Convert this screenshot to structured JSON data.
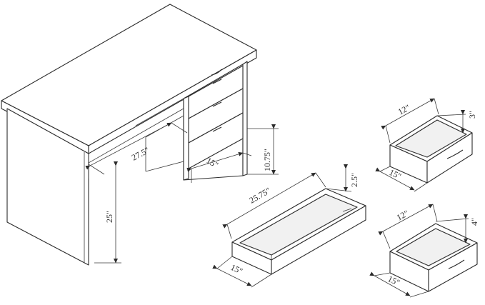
{
  "dimensions": {
    "desk_width": "27.5\"",
    "desk_depth": "15\"",
    "desk_height": "25\"",
    "drawer_stack_height": "10.75\"",
    "long_drawer_length": "25.75\"",
    "long_drawer_height": "2.5\"",
    "long_drawer_depth": "15\"",
    "small_drawer_top_width": "12\"",
    "small_drawer_top_height": "3\"",
    "small_drawer_top_depth": "15\"",
    "small_drawer_bottom_width": "12\"",
    "small_drawer_bottom_height": "4\"",
    "small_drawer_bottom_depth": "15\""
  }
}
